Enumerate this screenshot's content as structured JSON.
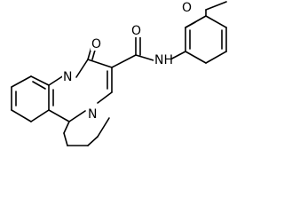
{
  "molecule": {
    "atom_labels": {
      "methoxy_oxygen": "O",
      "ketone_oxygen": "O",
      "amide_oxygen": "O",
      "ring_nitrogen_bridge": "N",
      "ring_nitrogen_lower": "N",
      "amide_nitrogen": "NH"
    },
    "colors": {
      "bond": "#000000",
      "text": "#000000",
      "background": "#ffffff"
    }
  }
}
